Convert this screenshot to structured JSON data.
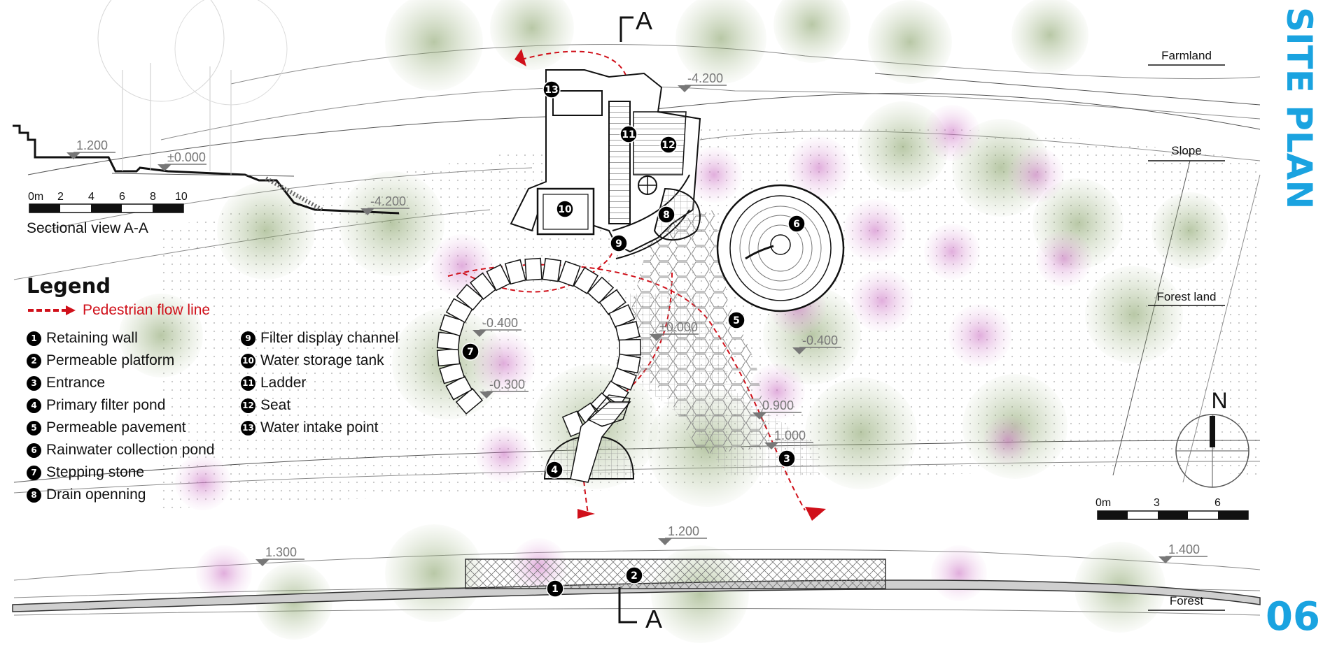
{
  "title": "SITE PLAN",
  "page_number": "06",
  "section_marker": "A",
  "section_view": {
    "label": "Sectional view A-A",
    "scale_ticks": [
      "0m",
      "2",
      "4",
      "6",
      "8",
      "10"
    ],
    "elevations": [
      "1.200",
      "±0.000",
      "-4.200"
    ]
  },
  "legend": {
    "title": "Legend",
    "flow_line": "Pedestrian flow line",
    "items": [
      {
        "num": "1",
        "label": "Retaining wall"
      },
      {
        "num": "2",
        "label": "Permeable platform"
      },
      {
        "num": "3",
        "label": "Entrance"
      },
      {
        "num": "4",
        "label": "Primary filter pond"
      },
      {
        "num": "5",
        "label": "Permeable pavement"
      },
      {
        "num": "6",
        "label": "Rainwater collection pond"
      },
      {
        "num": "7",
        "label": "Stepping stone"
      },
      {
        "num": "8",
        "label": "Drain openning"
      },
      {
        "num": "9",
        "label": "Filter display channel"
      },
      {
        "num": "10",
        "label": "Water storage tank"
      },
      {
        "num": "11",
        "label": "Ladder"
      },
      {
        "num": "12",
        "label": "Seat"
      },
      {
        "num": "13",
        "label": "Water intake point"
      }
    ]
  },
  "zones": [
    "Farmland",
    "Slope",
    "Forest land",
    "Forest"
  ],
  "plan_elevations": [
    "-4.200",
    "±0.000",
    "-0.400",
    "-0.300",
    "-0.400",
    "0.900",
    "1.000",
    "1.200",
    "1.300",
    "1.400"
  ],
  "scale_bar": [
    "0m",
    "3",
    "6"
  ],
  "north": "N",
  "colors": {
    "accent": "#1aa3e0",
    "flow": "#d0101a",
    "pink_tree": "#c77ac0",
    "green_tree": "#8fa672"
  }
}
